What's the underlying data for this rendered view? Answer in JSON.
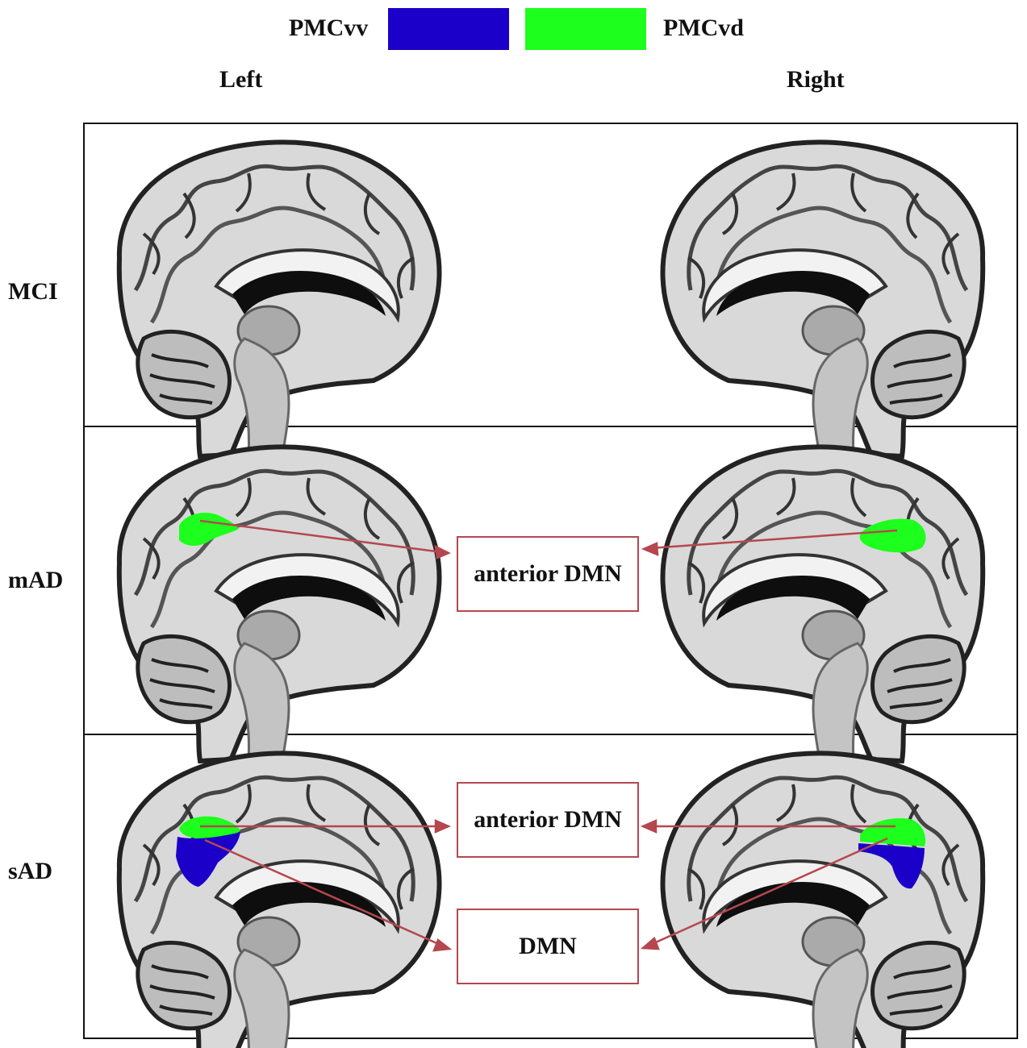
{
  "legend": {
    "items": [
      {
        "label": "PMCvv",
        "color": "#1a00c8"
      },
      {
        "label": "PMCvd",
        "color": "#1dff1d"
      }
    ]
  },
  "sides": {
    "left": "Left",
    "right": "Right"
  },
  "rows": [
    {
      "label": "MCI",
      "networks": []
    },
    {
      "label": "mAD",
      "networks": [
        "anterior DMN"
      ]
    },
    {
      "label": "sAD",
      "networks": [
        "anterior DMN",
        "DMN"
      ]
    }
  ],
  "colors": {
    "arrow": "#b5474f",
    "border": "#111111",
    "pmcvv": "#1a00c8",
    "pmcvd": "#1dff1d"
  }
}
